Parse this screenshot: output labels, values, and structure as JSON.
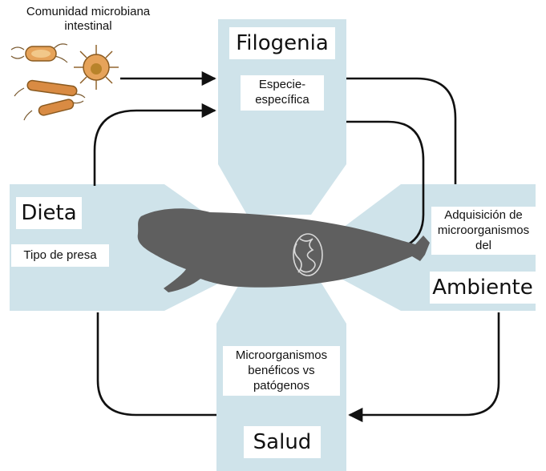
{
  "top_left_label": {
    "line1": "Comunidad microbiana",
    "line2": "intestinal"
  },
  "filogenia": {
    "title": "Filogenia",
    "line1": "Especie-",
    "line2": "específica"
  },
  "dieta": {
    "title": "Dieta",
    "subtitle": "Tipo de presa"
  },
  "ambiente": {
    "line1": "Adquisición de",
    "line2": "microorganismos",
    "line3": "del",
    "title": "Ambiente"
  },
  "salud": {
    "line1": "Microorganismos",
    "line2": "benéficos vs",
    "line3": "patógenos",
    "title": "Salud"
  },
  "colors": {
    "panel": "#cfe3ea",
    "seal": "#5f5f5f",
    "arrow": "#111111",
    "bacteria": "#e6a35a"
  },
  "icons": [
    "bacteria-icon",
    "seal-silhouette",
    "intestine-icon"
  ]
}
